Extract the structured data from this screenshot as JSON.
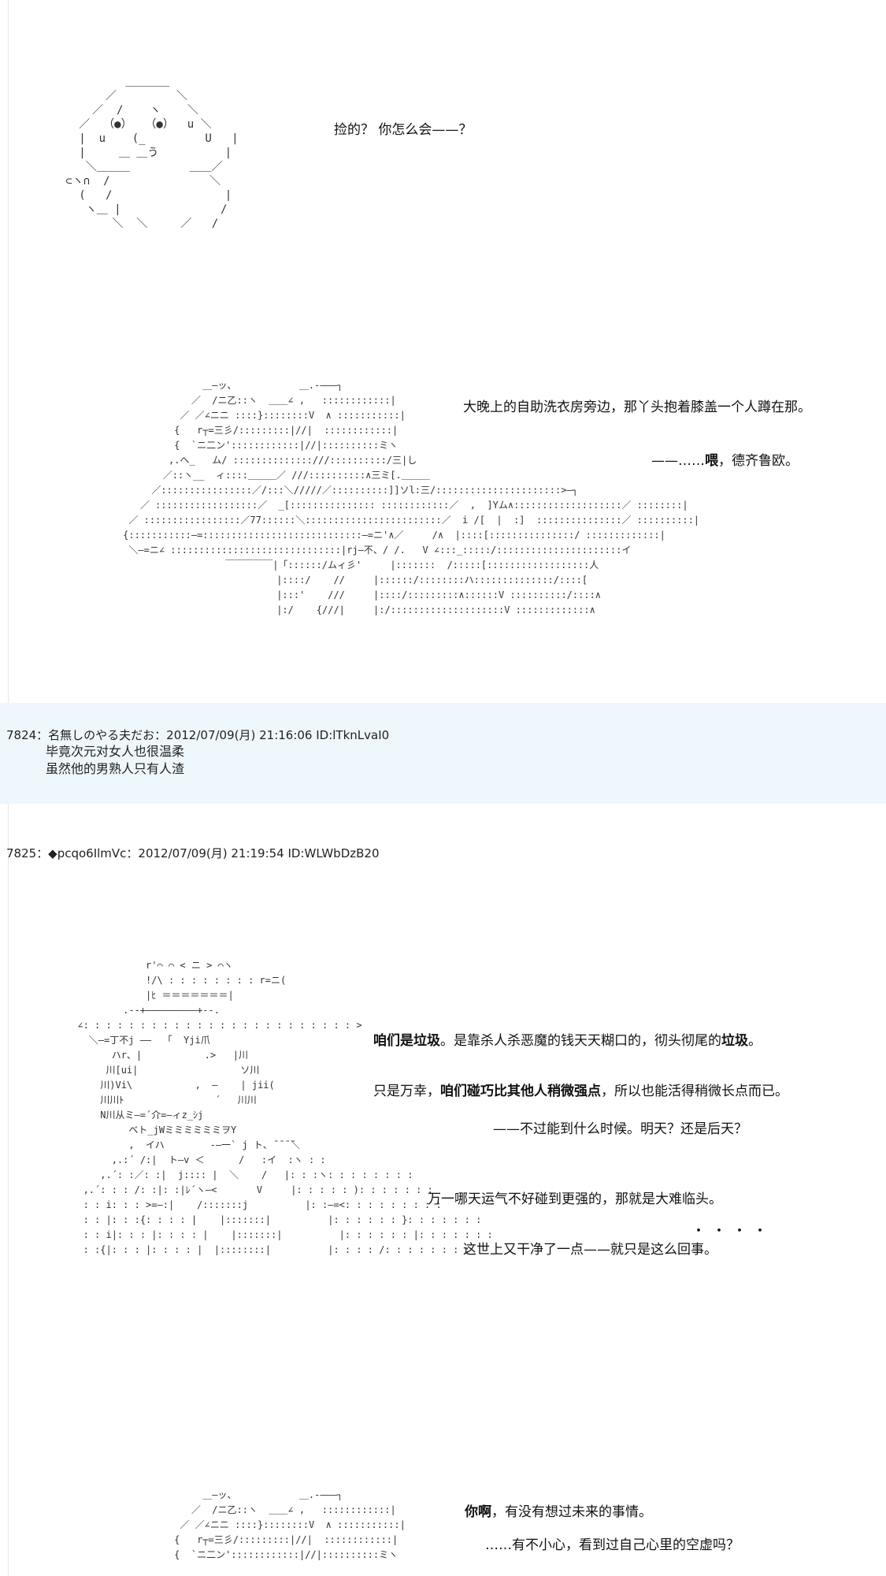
{
  "scene1": {
    "line1": "捡的？ 你怎么会——？"
  },
  "scene2": {
    "line1": "大晚上的自助洗衣房旁边，那丫头抱着膝盖一个人蹲在那。",
    "line2_prefix": "——……",
    "line2_bold": "喂",
    "line2_suffix": "，德齐鲁欧。"
  },
  "post7824": {
    "header": "7824：名無しのやる夫だお：2012/07/09(月) 21:16:06 ID:lTknLvaI0",
    "body1": "毕竟次元对女人也很温柔",
    "body2": "虽然他的男熟人只有人渣"
  },
  "post7825": {
    "header": "7825：◆pcqo6IlmVc：2012/07/09(月) 21:19:54 ID:WLWbDzB20",
    "line1_bold_a": "咱们是垃圾",
    "line1_mid": "。是靠杀人杀恶魔的钱天天糊口的，彻头彻尾的",
    "line1_bold_b": "垃圾",
    "line1_end": "。",
    "line2_a": "只是万幸，",
    "line2_bold": "咱们碰巧比其他人稍微强点",
    "line2_b": "，所以也能活得稍微长点而已。",
    "line3": "——不过能到什么时候。明天？还是后天？",
    "line4": "万一哪天运气不好碰到更强的，那就是大难临头。",
    "dots": "・・・・",
    "line5": "这世上又干净了一点——就只是这么回事。",
    "line6_bold": "你啊",
    "line6_rest": "，有没有想过未来的事情。",
    "line7": "……有不小心，看到过自己心里的空虚吗？"
  }
}
